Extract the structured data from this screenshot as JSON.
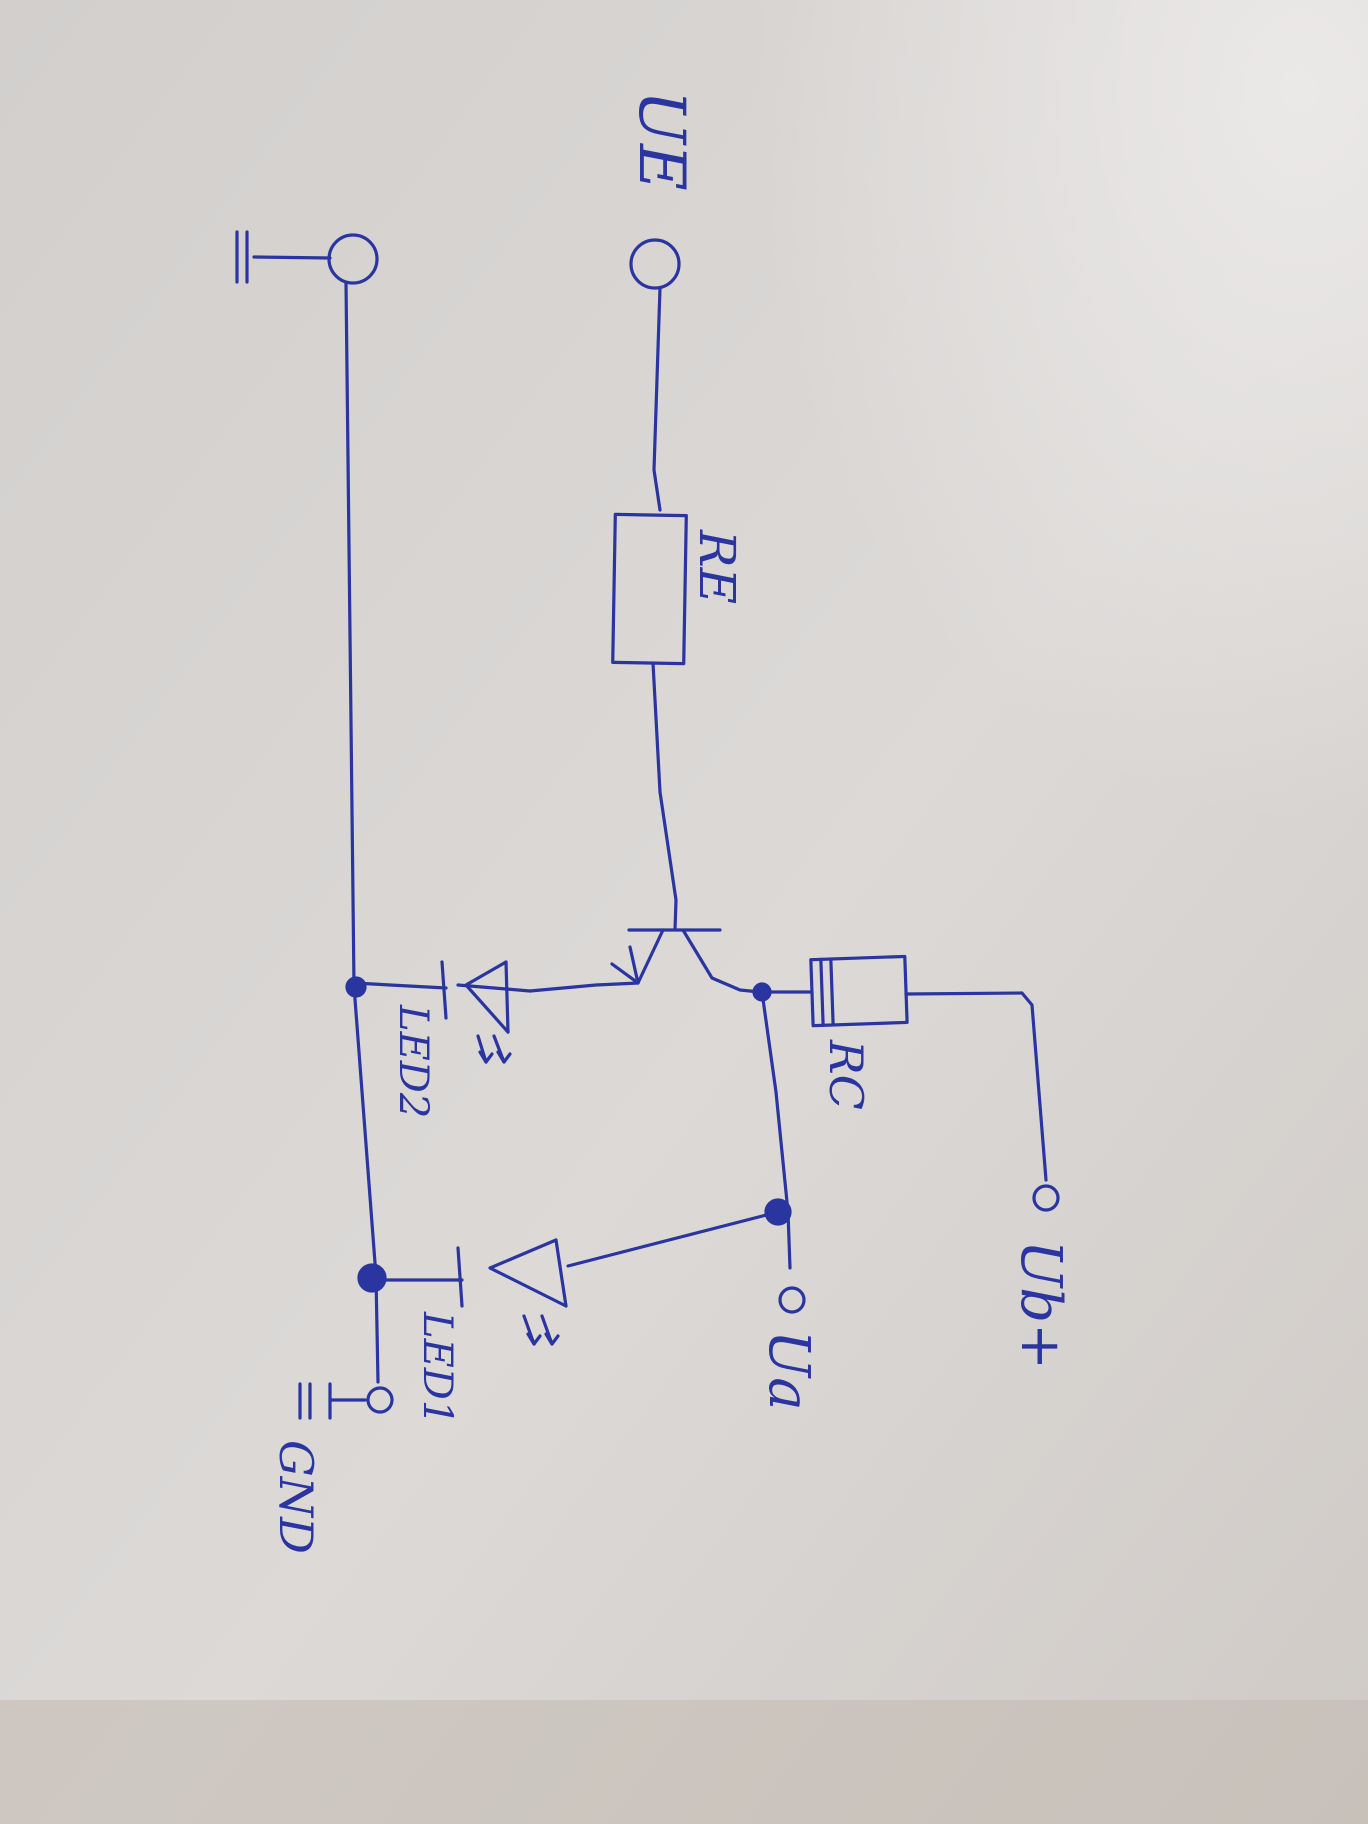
{
  "diagram": {
    "ink_color": "#2a35a0",
    "paper_color": "#d9d6d4",
    "labels": {
      "input_voltage": "UE",
      "base_resistor": "RE",
      "collector_resistor": "RC",
      "supply_voltage": "Ub+",
      "output_voltage": "Ua",
      "led2": "LED2",
      "led1": "LED1",
      "ground": "GND"
    }
  }
}
